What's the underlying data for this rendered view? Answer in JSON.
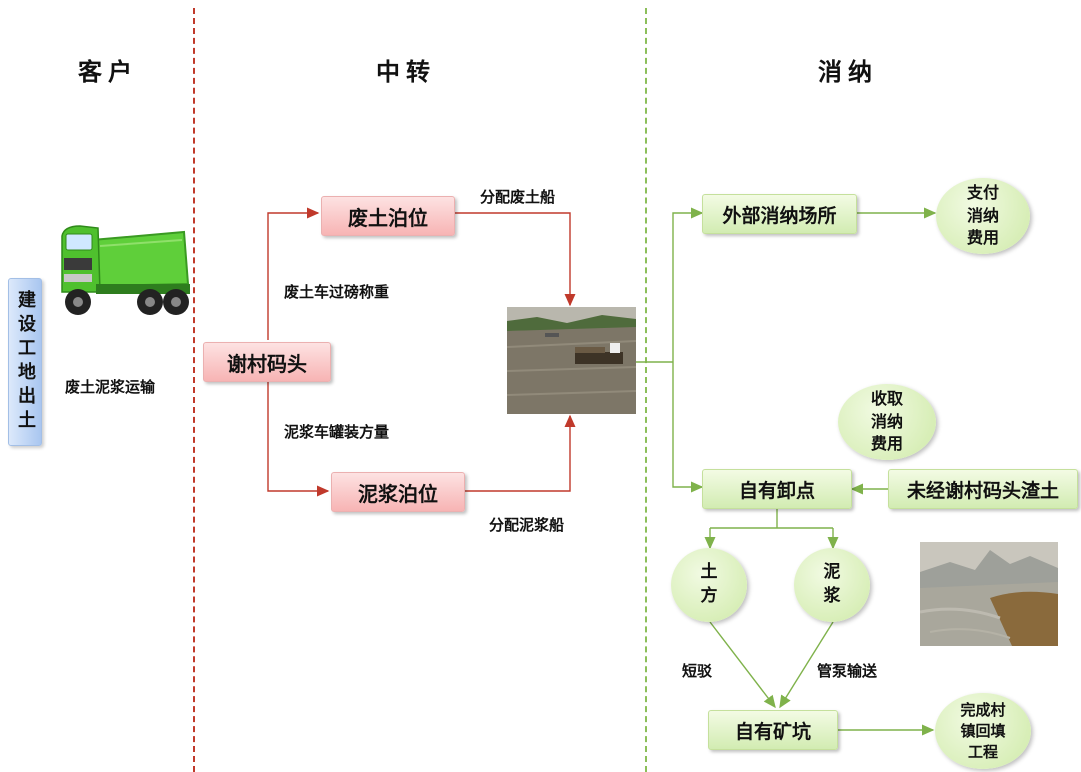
{
  "columns": {
    "customer": "客户",
    "transfer": "中转",
    "disposal": "消纳"
  },
  "nodes": {
    "source": "建设工地出土",
    "transport_label": "废土泥浆运输",
    "xiecun_dock": "谢村码头",
    "waste_berth": "废土泊位",
    "mud_berth": "泥浆泊位",
    "external_site": "外部消纳场所",
    "pay_fee": "支付\n消纳\n费用",
    "collect_fee": "收取\n消纳\n费用",
    "own_unload": "自有卸点",
    "other_slag": "未经谢村码头渣土",
    "earth": "土\n方",
    "mud": "泥\n浆",
    "own_pit": "自有矿坑",
    "complete": "完成村\n镇回填\n工程"
  },
  "edge_labels": {
    "truck_weigh": "废土车过磅称重",
    "mud_tank": "泥浆车罐装方量",
    "assign_waste_ship": "分配废土船",
    "assign_mud_ship": "分配泥浆船",
    "short_haul": "短驳",
    "pipe_pump": "管泵输送"
  },
  "colors": {
    "arrow_red": "#c0392b",
    "arrow_green": "#7fb24b",
    "divider_red": "#c0392b",
    "divider_green": "#8cbf5a"
  }
}
